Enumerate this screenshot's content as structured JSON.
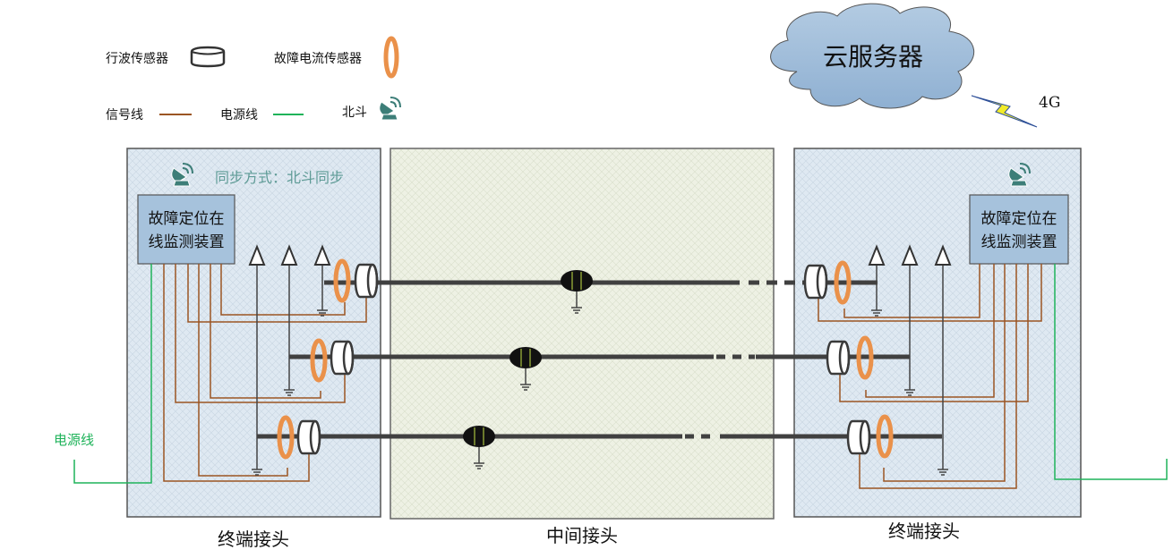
{
  "legend": {
    "traveling_wave_sensor": "行波传感器",
    "fault_current_sensor": "故障电流传感器",
    "signal_line": "信号线",
    "power_line": "电源线",
    "beidou": "北斗"
  },
  "cloud": {
    "label": "云服务器",
    "link_label": "4G"
  },
  "left_panel": {
    "sync_label": "同步方式：北斗同步",
    "device_line1": "故障定位在",
    "device_line2": "线监测装置",
    "caption": "终端接头"
  },
  "middle_panel": {
    "caption": "中间接头"
  },
  "right_panel": {
    "device_line1": "故障定位在",
    "device_line2": "线监测装置",
    "caption": "终端接头"
  },
  "power_line_label": "电源线",
  "colors": {
    "signal_line": "#9b5523",
    "power_line": "#1fb35a",
    "current_sensor": "#ea914a",
    "cable": "#404040",
    "terminal_panel": "#dfe9f2",
    "middle_panel": "#eef1e4",
    "device_box": "#a6c2dc",
    "cloud": "#a0bcd8",
    "beidou_icon": "#3d7e78",
    "sync_text": "#5e9b96"
  }
}
